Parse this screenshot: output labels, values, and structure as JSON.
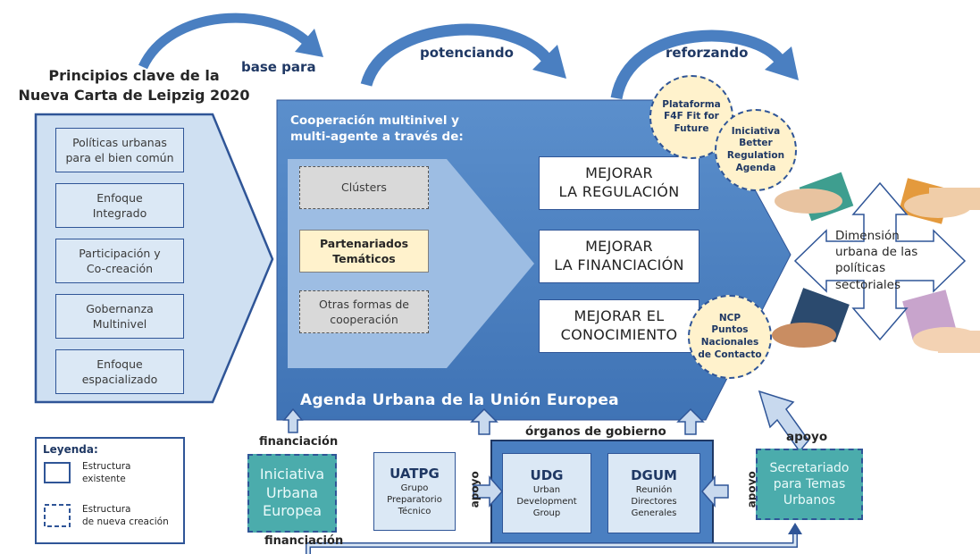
{
  "principles": {
    "title_line1": "Principios clave de la",
    "title_line2": "Nueva Carta de Leipzig 2020",
    "items": [
      {
        "line1": "Políticas urbanas",
        "line2": "para el bien común"
      },
      {
        "line1": "Enfoque",
        "line2": "Integrado"
      },
      {
        "line1": "Participación y",
        "line2": "Co-creación"
      },
      {
        "line1": "Gobernanza",
        "line2": "Multinivel"
      },
      {
        "line1": "Enfoque",
        "line2": "espacializado"
      }
    ]
  },
  "flow_labels": {
    "base_para": "base para",
    "potenciando": "potenciando",
    "reforzando": "reforzando"
  },
  "main": {
    "heading_line1": "Cooperación multinivel y",
    "heading_line2": "multi-agente a través de:",
    "footer_title": "Agenda Urbana de la Unión Europea"
  },
  "cooperation": {
    "clusters": "Clústers",
    "partnerships_line1": "Partenariados",
    "partnerships_line2": "Temáticos",
    "other_line1": "Otras formas de",
    "other_line2": "cooperación"
  },
  "goals": [
    {
      "line1": "MEJORAR",
      "line2": "LA REGULACIÓN"
    },
    {
      "line1": "MEJORAR",
      "line2": "LA FINANCIACIÓN"
    },
    {
      "line1": "MEJORAR EL",
      "line2": "CONOCIMIENTO"
    }
  ],
  "circles": {
    "f4f": {
      "line1": "Plataforma",
      "line2": "F4F Fit for",
      "line3": "Future"
    },
    "better": {
      "line1": "Iniciativa",
      "line2": "Better",
      "line3": "Regulation",
      "line4": "Agenda"
    },
    "ncp": {
      "line1": "NCP",
      "line2": "Puntos",
      "line3": "Nacionales",
      "line4": "de Contacto"
    }
  },
  "dimension": {
    "line1": "Dimensión",
    "line2": "urbana de las",
    "line3": "políticas",
    "line4": "sectoriales"
  },
  "bottom": {
    "financiacion_top": "financiación",
    "financiacion_bottom": "financiación",
    "organos": "órganos de gobierno",
    "apoyo_right": "apoyo",
    "apoyo_left": "apoyo",
    "apoyo_mid": "apoyo",
    "iua": {
      "line1": "Iniciativa",
      "line2": "Urbana",
      "line3": "Europea"
    },
    "uatpg": {
      "title": "UATPG",
      "line1": "Grupo",
      "line2": "Preparatorio",
      "line3": "Técnico"
    },
    "udg": {
      "title": "UDG",
      "line1": "Urban",
      "line2": "Development",
      "line3": "Group"
    },
    "dgum": {
      "title": "DGUM",
      "line1": "Reunión",
      "line2": "Directores",
      "line3": "Generales"
    },
    "secretariat": {
      "line1": "Secretariado",
      "line2": "para Temas",
      "line3": "Urbanos"
    }
  },
  "legend": {
    "title": "Leyenda:",
    "existing_line1": "Estructura",
    "existing_line2": "existente",
    "new_line1": "Estructura",
    "new_line2": "de nueva creación"
  },
  "colors": {
    "main_blue": "#4a7fc1",
    "light_blue": "#dbe8f5",
    "dark_blue": "#2f5597",
    "cream": "#fff2cc",
    "teal": "#4bacac"
  }
}
